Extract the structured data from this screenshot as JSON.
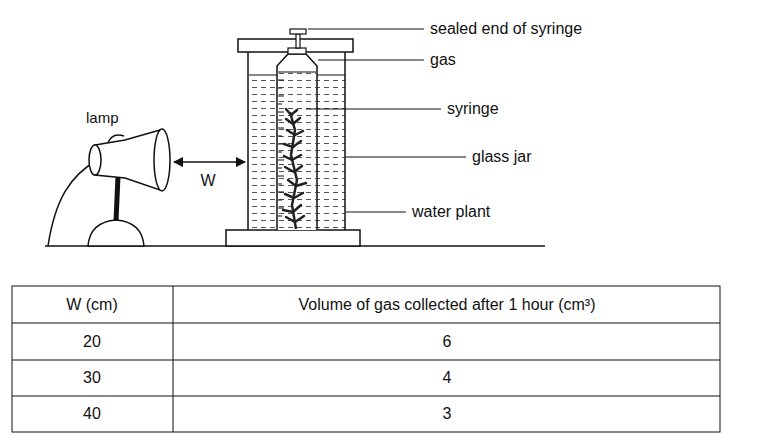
{
  "diagram": {
    "labels": [
      "sealed end of syringe",
      "gas",
      "syringe",
      "glass jar",
      "water plant",
      "lamp",
      "W",
      "W (cm)",
      "Volume of gas collected after 1 hour (cm³)",
      "20",
      "6",
      "30",
      "4",
      "40",
      "3"
    ]
  }
}
